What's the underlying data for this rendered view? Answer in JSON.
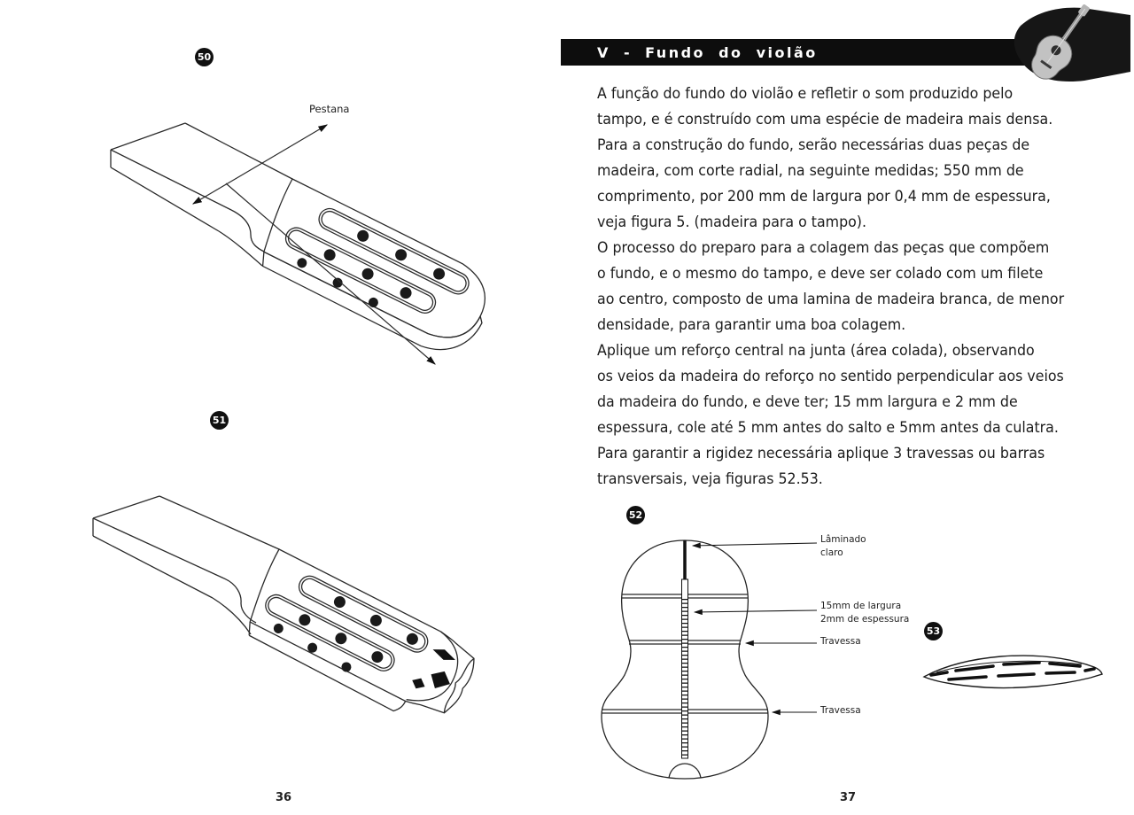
{
  "doc": {
    "colors": {
      "ink": "#1b1b1b",
      "header_bar": "#0d0d0d"
    },
    "left_page": {
      "fig50": {
        "number": "50",
        "annotation": "Pestana"
      },
      "fig51": {
        "number": "51"
      },
      "page_number": "36"
    },
    "right_page": {
      "header_title": "V - Fundo do violão",
      "paragraph": "A função do fundo do violão e refletir o som produzido pelo\ntampo, e é construído com uma espécie de madeira mais densa.\nPara a construção do fundo, serão necessárias duas peças de\nmadeira, com corte radial, na seguinte medidas; 550 mm de\ncomprimento, por 200 mm de largura por 0,4 mm de espessura,\nveja figura 5. (madeira para o tampo).\nO processo do preparo para a colagem das peças que compõem\no fundo, e o mesmo do tampo, e deve ser colado com um filete\nao centro, composto de uma lamina de madeira branca, de menor\ndensidade, para garantir uma boa colagem.\nAplique um reforço central na junta (área colada), observando\nos veios da madeira do reforço no sentido perpendicular aos veios\nda madeira do fundo, e deve ter; 15 mm largura e 2 mm de\nespessura, cole até 5 mm antes do salto e 5mm antes da culatra.\nPara garantir a rigidez necessária aplique 3 travessas ou barras\ntransversais, veja figuras 52.53.",
      "fig52": {
        "number": "52",
        "label_laminado": "Lâminado\nclaro",
        "label_medidas": "15mm de largura\n2mm de espessura",
        "label_travessa_upper": "Travessa",
        "label_travessa_lower": "Travessa"
      },
      "fig53": {
        "number": "53"
      },
      "page_number": "37"
    }
  }
}
